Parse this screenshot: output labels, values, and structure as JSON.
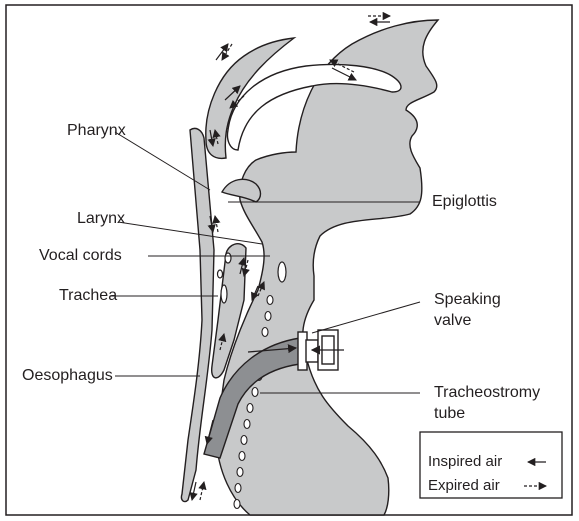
{
  "labels": {
    "pharynx": "Pharynx",
    "larynx": "Larynx",
    "vocal_cords": "Vocal cords",
    "trachea": "Trachea",
    "oesophagus": "Oesophagus",
    "epiglottis": "Epiglottis",
    "speaking_valve_line1": "Speaking",
    "speaking_valve_line2": "valve",
    "tracheostomy_line1": "Tracheostromy",
    "tracheostomy_line2": "tube"
  },
  "legend": {
    "inspired": "Inspired air",
    "expired": "Expired air"
  },
  "colors": {
    "tissue_fill": "#c8c9ca",
    "tube_fill": "#8d8f92",
    "outline": "#231f20"
  }
}
